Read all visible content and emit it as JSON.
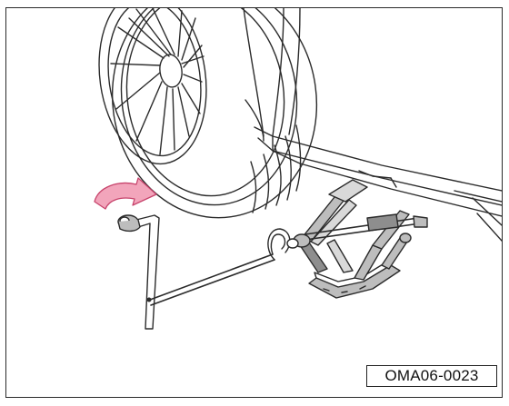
{
  "figure": {
    "code": "OMA06-0023"
  },
  "colors": {
    "line": "#2b2b2b",
    "arrow_fill": "#f2a5bb",
    "arrow_stroke": "#c7446c",
    "part_fill": "#bdbdbd",
    "part_dark": "#8e8e8e",
    "background": "#ffffff"
  },
  "icons": {
    "rotation_arrow": "curved-arrow-clockwise",
    "wrench": "lug-wrench",
    "jack": "scissor-jack"
  }
}
